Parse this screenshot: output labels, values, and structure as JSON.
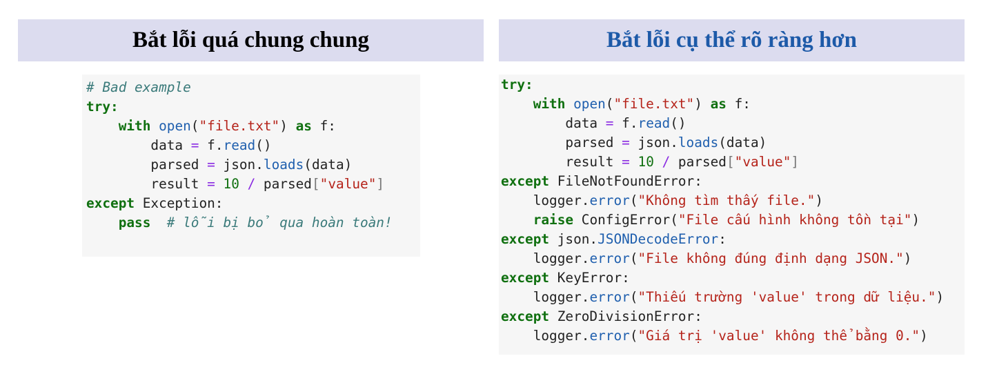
{
  "left": {
    "title": "Bắt lỗi quá chung chung",
    "title_color": "#000000",
    "code": {
      "comment_bad": "# Bad example",
      "try": "try:",
      "with": "with",
      "open": "open",
      "file_str": "\"file.txt\"",
      "as": "as",
      "data_var": "data",
      "f_read_obj": "f.",
      "read": "read",
      "parsed_var": "parsed",
      "json_obj": "json.",
      "loads": "loads",
      "result_var": "result",
      "ten": "10",
      "value_str": "\"value\"",
      "except": "except",
      "exception": "Exception:",
      "pass": "pass",
      "comment_ignore": "# lỗi bị bỏ qua hoàn toàn!"
    }
  },
  "right": {
    "title": "Bắt lỗi cụ thể rõ ràng hơn",
    "title_color": "#1d5aa8",
    "code": {
      "try": "try:",
      "with": "with",
      "open": "open",
      "file_str": "\"file.txt\"",
      "as": "as",
      "data_var": "data",
      "read": "read",
      "parsed_var": "parsed",
      "loads": "loads",
      "result_var": "result",
      "ten": "10",
      "value_str": "\"value\"",
      "except": "except",
      "fnf": "FileNotFoundError:",
      "logger": "logger.",
      "error": "error",
      "msg_notfound": "\"Không tìm thấy file.\"",
      "raise": "raise",
      "config_error": "ConfigError",
      "msg_config": "\"File cấu hình không tồn tại\"",
      "json_prefix": "json.",
      "json_decode": "JSONDecodeError",
      "msg_json": "\"File không đúng định dạng JSON.\"",
      "key_error": "KeyError:",
      "msg_key": "\"Thiếu trường 'value' trong dữ liệu.\"",
      "zero_div": "ZeroDivisionError:",
      "msg_zero": "\"Giá trị 'value' không thể bằng 0.\""
    }
  }
}
